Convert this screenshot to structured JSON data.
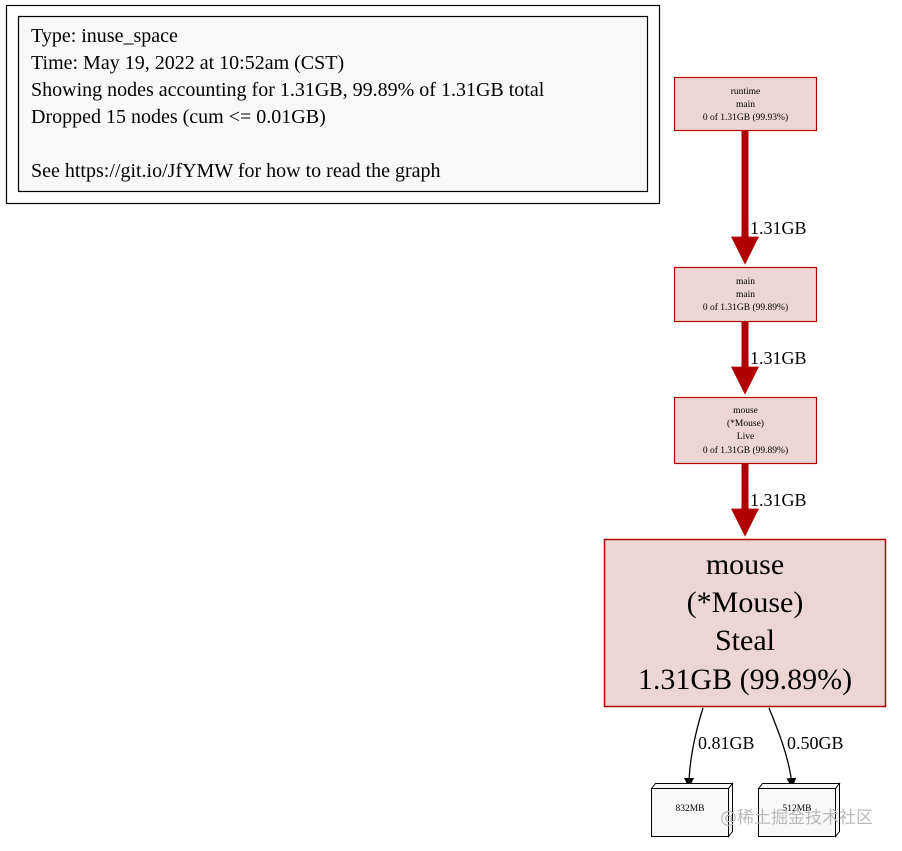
{
  "colors": {
    "node_fill": "#edd5d5",
    "node_stroke": "#b20000",
    "edge_heavy": "#b20000",
    "edge_light": "#000000",
    "legend_fill": "#f8f8f8",
    "leaf_fill": "#f8f8f8"
  },
  "legend": {
    "lines": [
      "Type: inuse_space",
      "Time: May 19, 2022 at 10:52am (CST)",
      "Showing nodes accounting for 1.31GB, 99.89% of 1.31GB total",
      "Dropped 15 nodes (cum <= 0.01GB)",
      "",
      "See https://git.io/JfYMW for how to read the graph"
    ]
  },
  "nodes": {
    "runtime_main": {
      "lines": [
        "runtime",
        "main",
        "0 of 1.31GB (99.93%)"
      ]
    },
    "main_main": {
      "lines": [
        "main",
        "main",
        "0 of 1.31GB (99.89%)"
      ]
    },
    "mouse_live": {
      "lines": [
        "mouse",
        "(*Mouse)",
        "Live",
        "0 of 1.31GB (99.89%)"
      ]
    },
    "mouse_steal": {
      "lines": [
        "mouse",
        "(*Mouse)",
        "Steal",
        "1.31GB (99.89%)"
      ]
    }
  },
  "edges": {
    "runtime_to_main": {
      "label": "1.31GB"
    },
    "main_to_live": {
      "label": "1.31GB"
    },
    "live_to_steal": {
      "label": "1.31GB"
    },
    "steal_to_leaf1": {
      "label": "0.81GB"
    },
    "steal_to_leaf2": {
      "label": "0.50GB"
    }
  },
  "leaves": {
    "leaf1": {
      "label": "832MB"
    },
    "leaf2": {
      "label": "512MB"
    }
  },
  "watermark": {
    "text": "@稀土掘金技术社区"
  }
}
